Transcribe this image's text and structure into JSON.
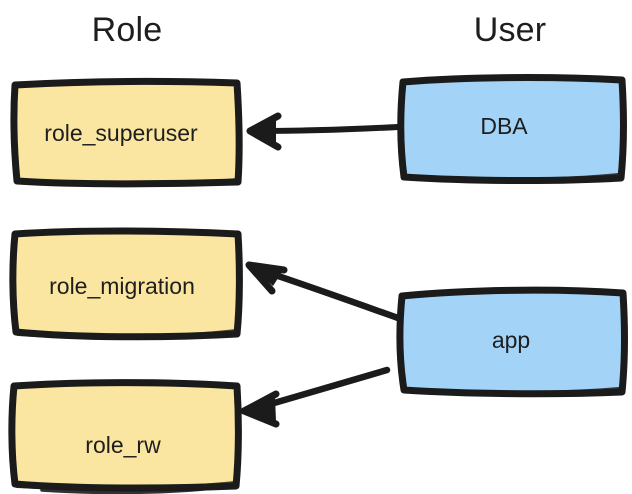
{
  "diagram": {
    "title_left": "Role",
    "title_right": "User",
    "style": "hand-drawn sketch",
    "colors": {
      "role_fill": "#fae6a0",
      "user_fill": "#a3d4f7",
      "stroke": "#1b1b1b",
      "text": "#1e1e1e",
      "background": "#ffffff"
    },
    "columns": [
      {
        "name": "role-column",
        "label": "Role"
      },
      {
        "name": "user-column",
        "label": "User"
      }
    ],
    "nodes": [
      {
        "id": "role_superuser",
        "label": "role_superuser",
        "kind": "role",
        "fill": "#fae6a0"
      },
      {
        "id": "role_migration",
        "label": "role_migration",
        "kind": "role",
        "fill": "#fae6a0"
      },
      {
        "id": "role_rw",
        "label": "role_rw",
        "kind": "role",
        "fill": "#fae6a0"
      },
      {
        "id": "dba",
        "label": "DBA",
        "kind": "user",
        "fill": "#a3d4f7"
      },
      {
        "id": "app",
        "label": "app",
        "kind": "user",
        "fill": "#a3d4f7"
      }
    ],
    "edges": [
      {
        "from": "dba",
        "to": "role_superuser",
        "label": "",
        "arrowhead": "to"
      },
      {
        "from": "app",
        "to": "role_migration",
        "label": "",
        "arrowhead": "to"
      },
      {
        "from": "app",
        "to": "role_rw",
        "label": "",
        "arrowhead": "to"
      }
    ]
  }
}
